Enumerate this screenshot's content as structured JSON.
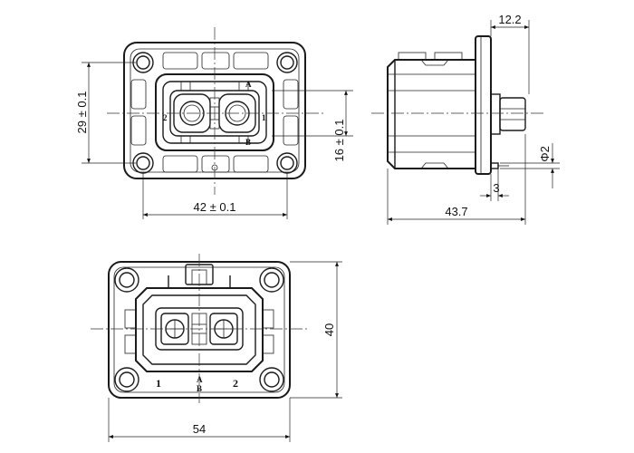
{
  "dimensions": {
    "width_top": "42 ± 0.1",
    "height_top": "29 ± 0.1",
    "height_inner": "16 ± 0.1",
    "flange": "12.2",
    "depth": "43.7",
    "pin_dia": "Φ2",
    "pin_len": "3",
    "width_bottom": "54",
    "height_bottom": "40"
  },
  "pin_labels": {
    "top_a": "A",
    "top_b": "B",
    "top_1": "1",
    "top_2": "2",
    "bottom_1": "1",
    "bottom_2": "2",
    "bottom_a": "A",
    "bottom_b": "B"
  },
  "colors": {
    "line": "#1a1a1a",
    "background": "#ffffff"
  }
}
